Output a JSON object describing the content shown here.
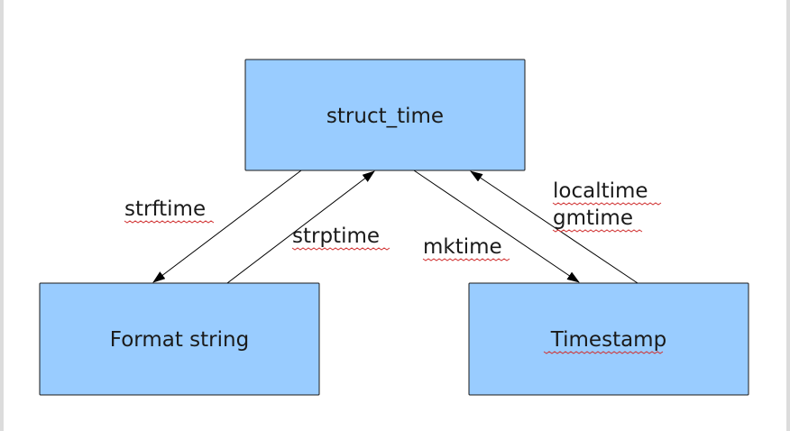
{
  "diagram": {
    "box_fill": "#99ccff",
    "box_stroke": "#1a1a1a",
    "nodes": [
      {
        "id": "struct-time",
        "label": "struct_time"
      },
      {
        "id": "format-string",
        "label": "Format string"
      },
      {
        "id": "timestamp",
        "label": "Timestamp",
        "spellcheck": true
      }
    ],
    "edges": [
      {
        "id": "strftime",
        "from": "struct-time",
        "to": "format-string",
        "labels": [
          "strftime"
        ]
      },
      {
        "id": "strptime",
        "from": "format-string",
        "to": "struct-time",
        "labels": [
          "strptime"
        ]
      },
      {
        "id": "mktime",
        "from": "struct-time",
        "to": "timestamp",
        "labels": [
          "mktime"
        ]
      },
      {
        "id": "localtime-gmtime",
        "from": "timestamp",
        "to": "struct-time",
        "labels": [
          "localtime",
          "gmtime"
        ]
      }
    ]
  }
}
